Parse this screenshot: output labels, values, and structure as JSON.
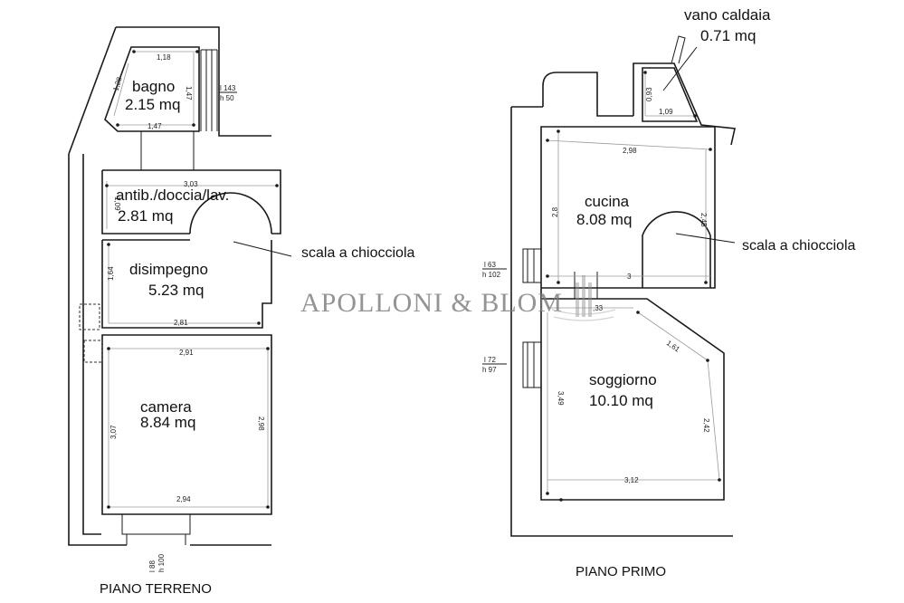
{
  "watermark": {
    "brand": "APOLLONI & BLOM"
  },
  "ground_floor": {
    "label": "PIANO TERRENO",
    "rooms": [
      {
        "name": "bagno",
        "area": "2.15 mq"
      },
      {
        "name": "antib./doccia/lav.",
        "area": "2.81 mq"
      },
      {
        "name": "disimpegno",
        "area": "5.23 mq"
      },
      {
        "name": "camera",
        "area": "8.84 mq"
      }
    ],
    "stair_label": "scala a chiocciola",
    "dimensions": [
      "1,18",
      "1,28",
      "1,47",
      "1,47",
      "3,03",
      "1,09",
      "1,64",
      "2,81",
      "2,91",
      "3,07",
      "2,98",
      "2,94"
    ],
    "window_bagno": {
      "l": "l 143",
      "h": "h 50"
    },
    "window_camera": {
      "l": "l 88",
      "h": "h 100"
    }
  },
  "first_floor": {
    "label": "PIANO PRIMO",
    "rooms": [
      {
        "name": "vano caldaia",
        "area": "0.71 mq"
      },
      {
        "name": "cucina",
        "area": "8.08 mq"
      },
      {
        "name": "soggiorno",
        "area": "10.10 mq"
      }
    ],
    "stair_label": "scala a chiocciola",
    "dimensions": [
      "0,93",
      "1,09",
      "2,98",
      "2,8",
      "2,45",
      "3",
      ",33",
      "1,61",
      "3,49",
      "2,42",
      "3,12"
    ],
    "window_cucina": {
      "l": "l 63",
      "h": "h 102"
    },
    "window_soggiorno": {
      "l": "l 72",
      "h": "h 97"
    }
  }
}
